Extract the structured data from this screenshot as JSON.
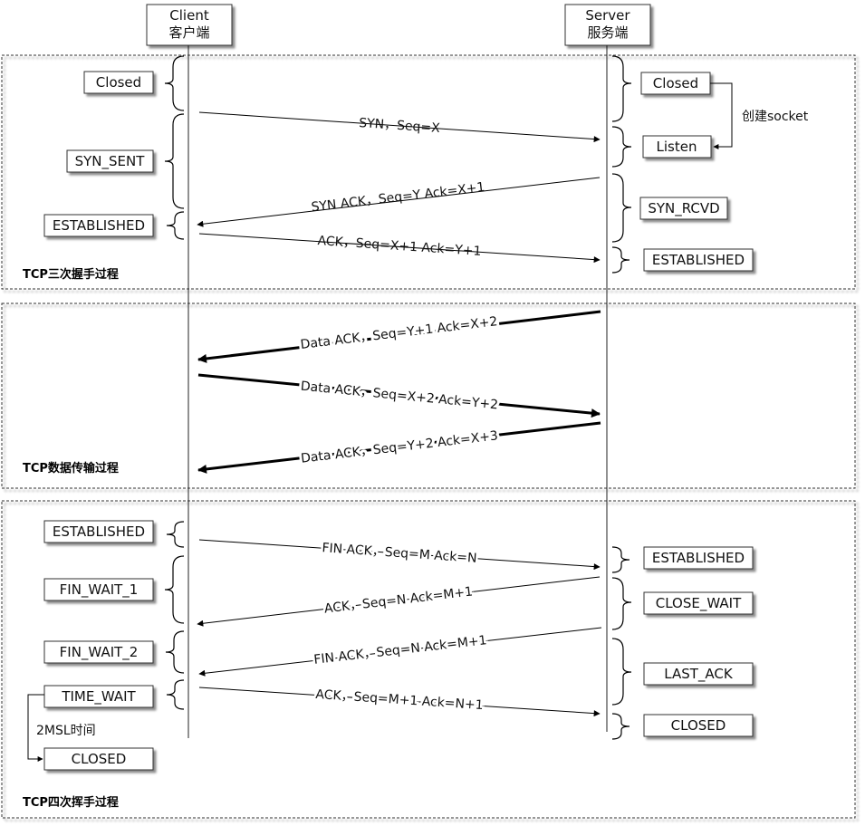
{
  "participants": {
    "client": {
      "line1": "Client",
      "line2": "客户端"
    },
    "server": {
      "line1": "Server",
      "line2": "服务端"
    }
  },
  "sections": {
    "handshake": "TCP三次握手过程",
    "transfer": "TCP数据传输过程",
    "teardown": "TCP四次挥手过程"
  },
  "client_states": {
    "closed": "Closed",
    "syn_sent": "SYN_SENT",
    "established_1": "ESTABLISHED",
    "established_2": "ESTABLISHED",
    "fin_wait_1": "FIN_WAIT_1",
    "fin_wait_2": "FIN_WAIT_2",
    "time_wait": "TIME_WAIT",
    "closed_final": "CLOSED"
  },
  "server_states": {
    "closed": "Closed",
    "listen": "Listen",
    "syn_rcvd": "SYN_RCVD",
    "established_1": "ESTABLISHED",
    "established_2": "ESTABLISHED",
    "close_wait": "CLOSE_WAIT",
    "last_ack": "LAST_ACK",
    "closed_final": "CLOSED"
  },
  "notes": {
    "create_socket": "创建socket",
    "msl": "2MSL时间"
  },
  "messages": {
    "syn": "SYN，Seq=X",
    "syn_ack": "SYN ACK，Seq=Y Ack=X+1",
    "ack": "ACK，Seq=X+1 Ack=Y+1",
    "data1": "Data ACK，Seq=Y+1 Ack=X+2",
    "data2": "Data ACK，Seq=X+2 Ack=Y+2",
    "data3": "Data ACK，Seq=Y+2 Ack=X+3",
    "fin1": "FIN ACK，Seq=M Ack=N",
    "ack2": "ACK，Seq=N Ack=M+1",
    "fin2": "FIN ACK，Seq=N Ack=M+1",
    "ack3": "ACK，Seq=M+1 Ack=N+1"
  }
}
